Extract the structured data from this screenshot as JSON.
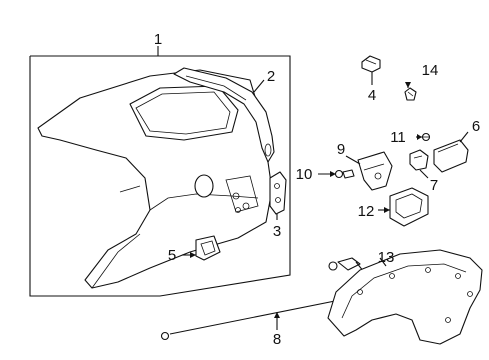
{
  "diagram": {
    "callouts": {
      "c1": "1",
      "c2": "2",
      "c3": "3",
      "c4": "4",
      "c5": "5",
      "c6": "6",
      "c7": "7",
      "c8": "8",
      "c9": "9",
      "c10": "10",
      "c11": "11",
      "c12": "12",
      "c13": "13",
      "c14": "14"
    },
    "colors": {
      "line": "#111111",
      "background": "#ffffff"
    }
  }
}
